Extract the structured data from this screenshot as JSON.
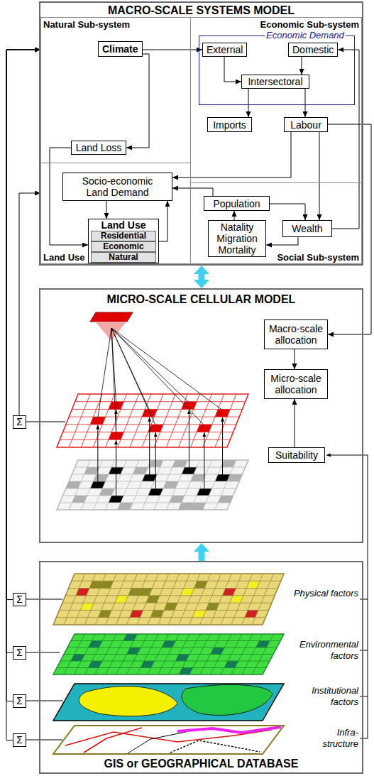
{
  "diagram": {
    "nodes": [
      {
        "text": [
          "MACRO-SCALE SYSTEMS MODEL"
        ]
      },
      {
        "text": [
          "Natural Sub-system"
        ],
        "in": 0
      },
      {
        "text": [
          "Climate"
        ],
        "in": 1
      },
      {
        "text": [
          "Land Loss"
        ],
        "in": 1
      },
      {
        "text": [
          "Economic Sub-system"
        ],
        "in": 0
      },
      {
        "text": [
          "Economic Demand"
        ],
        "in": 4
      },
      {
        "text": [
          "External"
        ],
        "in": 5
      },
      {
        "text": [
          "Domestic"
        ],
        "in": 5
      },
      {
        "text": [
          "Intersectoral"
        ],
        "in": 5
      },
      {
        "text": [
          "Imports"
        ],
        "in": 4
      },
      {
        "text": [
          "Labour"
        ],
        "in": 4
      },
      {
        "text": [
          "Land Use"
        ],
        "in": 0
      },
      {
        "text": [
          "Socio-economic Land Demand"
        ],
        "in": 11
      },
      {
        "text": [
          "Land Use"
        ],
        "in": 11
      },
      {
        "text": [
          "Residential"
        ],
        "in": 13
      },
      {
        "text": [
          "Economic"
        ],
        "in": 13
      },
      {
        "text": [
          "Natural"
        ],
        "in": 13
      },
      {
        "text": [
          "Social Sub-system"
        ],
        "in": 0
      },
      {
        "text": [
          "Population"
        ],
        "in": 17
      },
      {
        "text": [
          "Wealth"
        ],
        "in": 17
      },
      {
        "text": [
          "Natality Migration Mortality"
        ],
        "in": 17
      },
      {
        "text": [
          "MICRO-SCALE CELLULAR MODEL"
        ]
      },
      {
        "text": [
          "Macro-scale allocation"
        ],
        "in": 21
      },
      {
        "text": [
          "Micro-scale allocation"
        ],
        "in": 21
      },
      {
        "text": [
          "Suitability"
        ],
        "in": 21
      },
      {
        "text": [
          "Σ"
        ]
      },
      {
        "text": [
          "GIS or GEOGRAPHICAL DATABASE"
        ]
      },
      {
        "text": [
          "Σ"
        ]
      },
      {
        "text": [
          "Σ"
        ]
      },
      {
        "text": [
          "Σ"
        ]
      },
      {
        "text": [
          "Σ"
        ]
      }
    ],
    "edges": [
      {
        "from": 2,
        "to": 6,
        "arrow": "to"
      },
      {
        "from": 2,
        "to": 3,
        "arrow": "to"
      },
      {
        "from": 3,
        "to": 13,
        "arrow": "to"
      },
      {
        "from": 6,
        "to": 8,
        "arrow": "to"
      },
      {
        "from": 7,
        "to": 8,
        "arrow": "to"
      },
      {
        "from": 8,
        "to": 9,
        "arrow": "to"
      },
      {
        "from": 8,
        "to": 10,
        "arrow": "to"
      },
      {
        "from": 10,
        "to": 12,
        "arrow": "to"
      },
      {
        "from": 10,
        "to": 19,
        "arrow": "to"
      },
      {
        "from": 18,
        "to": 12,
        "arrow": "to"
      },
      {
        "from": 18,
        "to": 19,
        "arrow": "to"
      },
      {
        "from": 19,
        "to": 20,
        "arrow": "to"
      },
      {
        "from": 20,
        "to": 18,
        "arrow": "to"
      },
      {
        "from": 19,
        "to": 7,
        "arrow": "to"
      },
      {
        "from": 12,
        "to": 13,
        "arrow": "to"
      },
      {
        "from": 13,
        "to": 12,
        "arrow": "to"
      },
      {
        "from": 10,
        "to": 22,
        "arrow": "to"
      },
      {
        "from": 0,
        "to": 21,
        "arrow": "both"
      },
      {
        "from": 26,
        "to": 21,
        "arrow": "to"
      },
      {
        "from": 22,
        "to": 23,
        "arrow": "to"
      },
      {
        "from": 24,
        "to": 23,
        "arrow": "to"
      },
      {
        "from": 25,
        "to": 11,
        "arrow": "to"
      },
      {
        "from": 27,
        "to": 1,
        "arrow": "to"
      },
      {
        "from": 28,
        "to": 1,
        "arrow": "to"
      },
      {
        "from": 29,
        "to": 1,
        "arrow": "to"
      },
      {
        "from": 30,
        "to": 1,
        "arrow": "to"
      }
    ],
    "labels": [
      "Physical factors",
      "Environmental factors",
      "Institutional factors",
      "Infra- structure"
    ]
  }
}
